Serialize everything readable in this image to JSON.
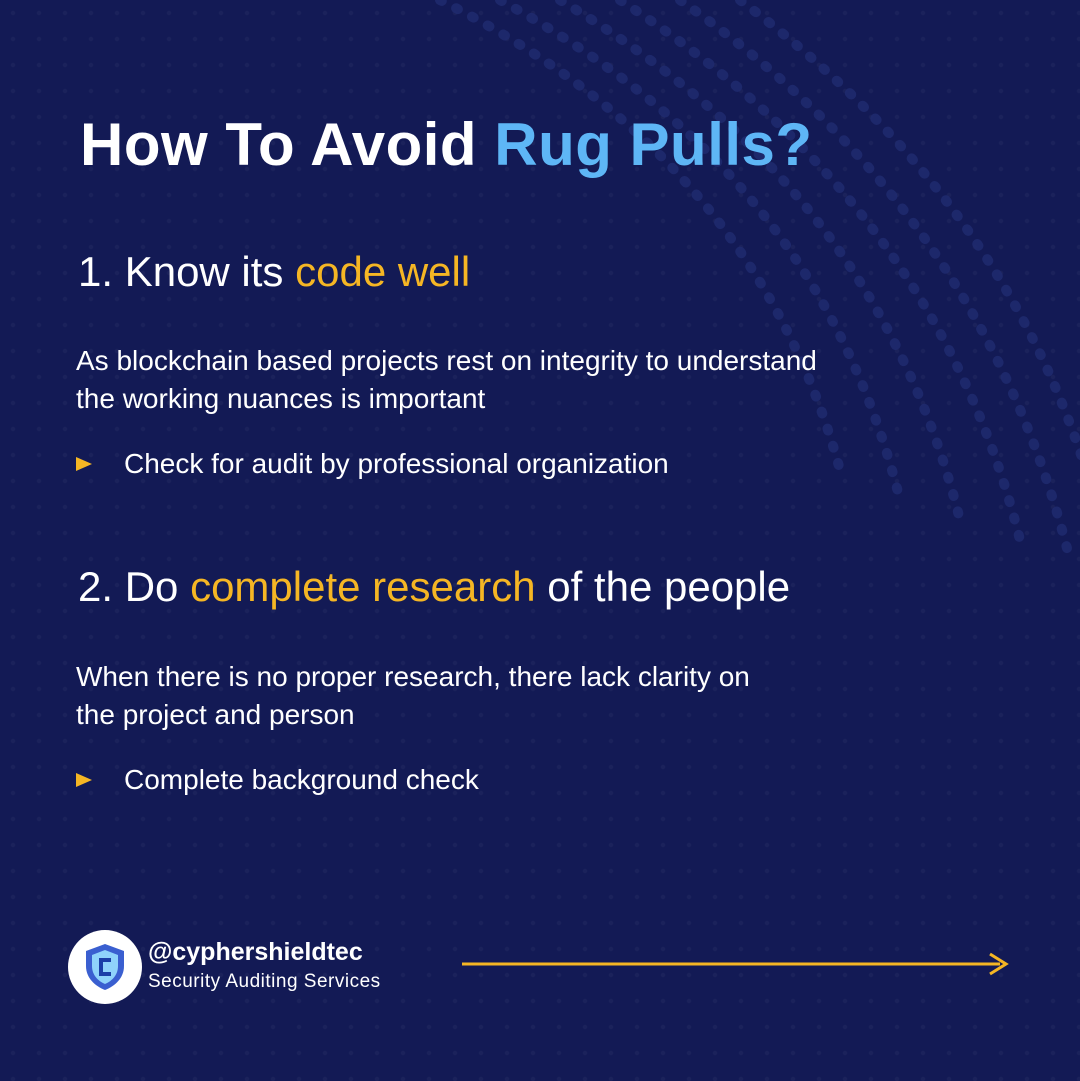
{
  "title": {
    "part1": "How To Avoid ",
    "highlight": "Rug Pulls?"
  },
  "sections": [
    {
      "heading_prefix": "1. Know its ",
      "heading_highlight": "code well",
      "heading_suffix": "",
      "paragraph_line1": "As blockchain based projects rest on integrity to understand",
      "paragraph_line2": "the working nuances is important",
      "bullet": "Check for audit by professional organization"
    },
    {
      "heading_prefix": "2. Do ",
      "heading_highlight": "complete research",
      "heading_suffix": " of the people",
      "paragraph_line1": "When there is no proper research, there lack clarity on",
      "paragraph_line2": "the project and person",
      "bullet": "Complete background check"
    }
  ],
  "footer": {
    "handle": "@cyphershieldtec",
    "tagline": "Security  Auditing Services",
    "logo_icon": "shield-icon",
    "next_icon": "arrow-right-icon"
  },
  "colors": {
    "background": "#131a55",
    "title_highlight": "#5eb6f6",
    "accent": "#f5b624",
    "text": "#ffffff"
  }
}
